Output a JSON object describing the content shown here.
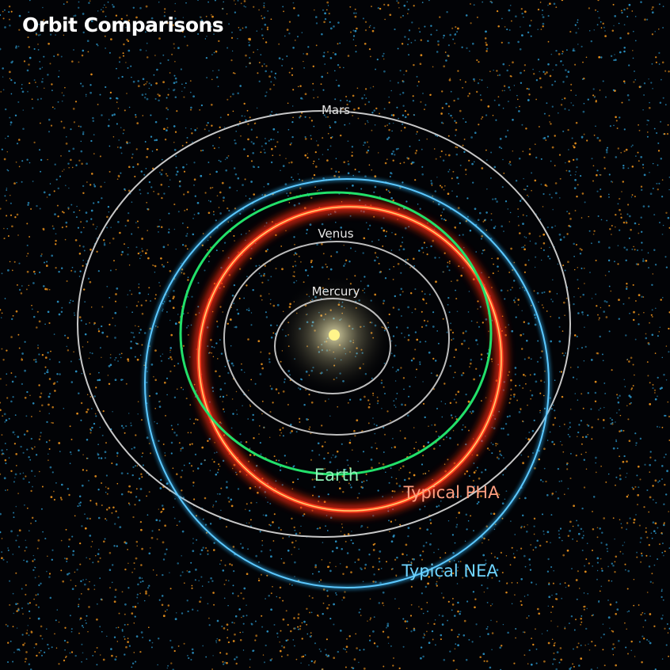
{
  "title": "Orbit Comparisons",
  "orbits": {
    "mercury": {
      "label": "Mercury",
      "color": "#bfbfbf"
    },
    "venus": {
      "label": "Venus",
      "color": "#bfbfbf"
    },
    "earth": {
      "label": "Earth",
      "color": "#22e06a",
      "label_color": "#8ff0b8"
    },
    "mars": {
      "label": "Mars",
      "color": "#c8c8c8"
    },
    "pha": {
      "label": "Typical PHA",
      "color": "#ff3a20",
      "label_color": "#ff9e80"
    },
    "nea": {
      "label": "Typical NEA",
      "color": "#2eb0f0",
      "label_color": "#6fd4ff"
    }
  },
  "sun_color": "#fff48a",
  "star_colors": [
    "#e8901c",
    "#2a8fc0"
  ]
}
